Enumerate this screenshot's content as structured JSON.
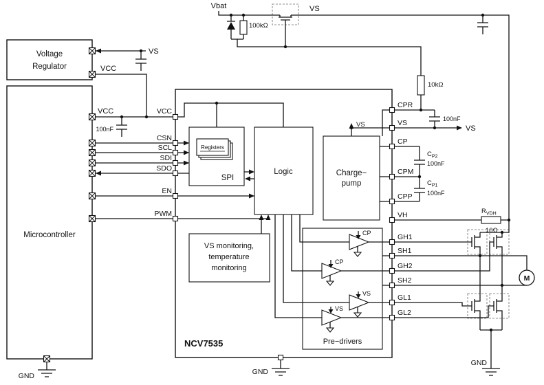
{
  "colors": {
    "wire": "#111111",
    "dashed_outline": "#8f8f8f",
    "background": "#ffffff"
  },
  "labels": {
    "vbat": "Vbat",
    "vs": "VS",
    "vcc": "VCC",
    "gnd": "GND",
    "r_100k": "100kΩ",
    "r_10k": "10kΩ",
    "r_vdh": {
      "base": "R",
      "sub": "VDH"
    },
    "r_vdh_value": "10Ω",
    "c_100nf": "100nF",
    "c_p2": {
      "base": "C",
      "sub": "P2"
    },
    "c_p1": {
      "base": "C",
      "sub": "P1"
    }
  },
  "blocks": {
    "voltage_regulator": {
      "line1": "Voltage",
      "line2": "Regulator"
    },
    "microcontroller": "Microcontroller",
    "device": "NCV7535",
    "spi": "SPI",
    "registers": "Registers",
    "logic": "Logic",
    "charge_pump": {
      "line1": "Charge−",
      "line2": "pump"
    },
    "vs_monitor": {
      "line1": "VS monitoring,",
      "line2": "temperature",
      "line3": "monitoring"
    },
    "pre_drivers": "Pre−drivers",
    "motor": "M"
  },
  "pins_left": [
    "VCC",
    "CSN",
    "SCL",
    "SDI",
    "SDO",
    "EN",
    "PWM"
  ],
  "pins_right": [
    "CPR",
    "VS",
    "CP",
    "CPM",
    "CPP",
    "VH",
    "GH1",
    "SH1",
    "GH2",
    "SH2",
    "GL1",
    "GL2"
  ],
  "predriver_supplies": [
    "CP",
    "CP",
    "VS",
    "VS"
  ]
}
